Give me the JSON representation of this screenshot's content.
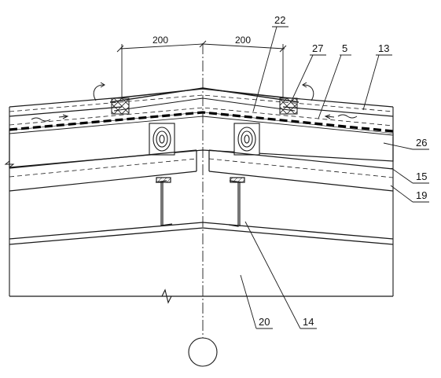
{
  "dimensions": {
    "left": "200",
    "right": "200"
  },
  "labels": {
    "l22": "22",
    "l27": "27",
    "l5": "5",
    "l13": "13",
    "l26": "26",
    "l15": "15",
    "l19": "19",
    "l20": "20",
    "l14": "14"
  },
  "colors": {
    "ink": "#1a1a1a",
    "paper": "#ffffff"
  }
}
